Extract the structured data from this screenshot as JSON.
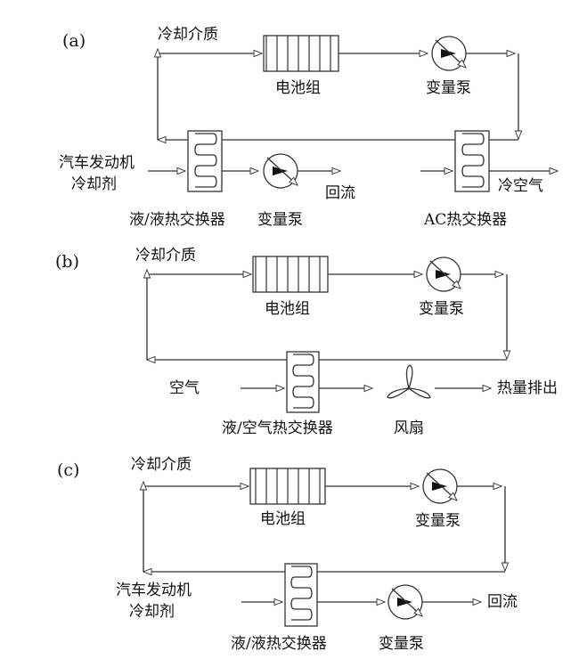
{
  "panels": [
    {
      "id": "a",
      "label": "(a)",
      "coolant_label": "冷却介质",
      "battery_label": "电池组",
      "pump_label": "变量泵",
      "engine_label_1": "汽车发动机",
      "engine_label_2": "冷却剂",
      "hx_label": "液/液热交换器",
      "pump2_label": "变量泵",
      "return_label": "回流",
      "ac_hx_label": "AC热交换器",
      "cold_air_label": "冷空气"
    },
    {
      "id": "b",
      "label": "(b)",
      "coolant_label": "冷却介质",
      "battery_label": "电池组",
      "pump_label": "变量泵",
      "air_label": "空气",
      "hx_label": "液/空气热交换器",
      "fan_label": "风扇",
      "heat_out_label": "热量排出"
    },
    {
      "id": "c",
      "label": "(c)",
      "coolant_label": "冷却介质",
      "battery_label": "电池组",
      "pump_label": "变量泵",
      "engine_label_1": "汽车发动机",
      "engine_label_2": "冷却剂",
      "hx_label": "液/液热交换器",
      "pump2_label": "变量泵",
      "return_label": "回流"
    }
  ]
}
